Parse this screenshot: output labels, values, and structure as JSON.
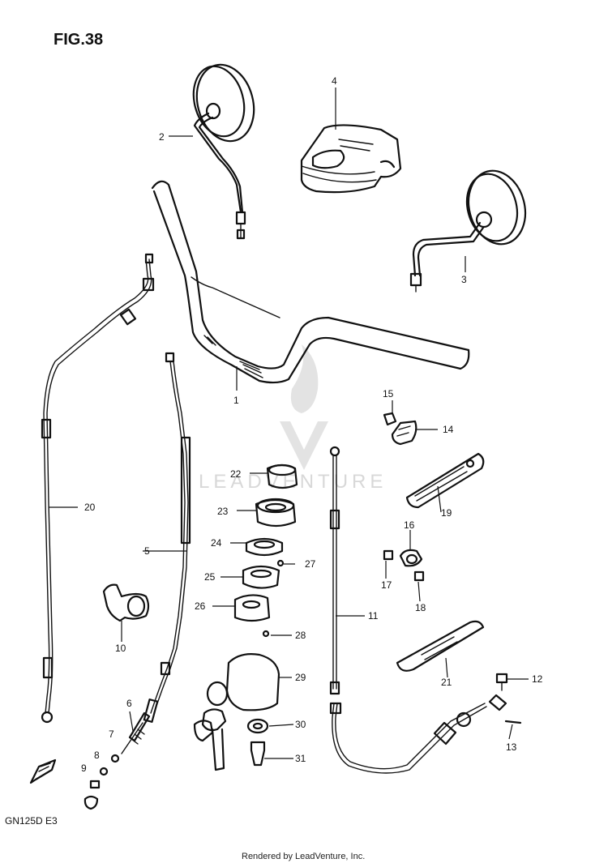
{
  "figure_label": "FIG.38",
  "model_code": "GN125D E3",
  "credit": "Rendered by LeadVenture, Inc.",
  "watermark": "LEADVENTURE",
  "callouts": [
    "1",
    "2",
    "3",
    "4",
    "5",
    "6",
    "7",
    "8",
    "9",
    "10",
    "11",
    "12",
    "13",
    "14",
    "15",
    "16",
    "17",
    "18",
    "19",
    "20",
    "21",
    "22",
    "23",
    "24",
    "25",
    "26",
    "27",
    "28",
    "29",
    "30",
    "31"
  ]
}
